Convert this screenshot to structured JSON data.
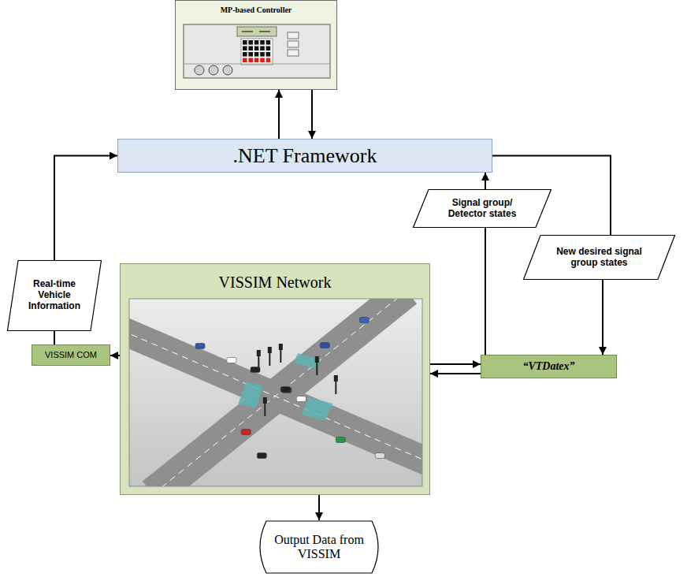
{
  "diagram": {
    "nodes": [
      {
        "text": [
          "MP-based Controller"
        ]
      },
      {
        "text": [
          ".NET Framework"
        ]
      },
      {
        "text": [
          "Signal group/ Detector states"
        ]
      },
      {
        "text": [
          "Real-time Vehicle Information"
        ]
      },
      {
        "text": [
          "VISSIM Network"
        ]
      },
      {
        "text": [
          "New desired signal group states"
        ]
      },
      {
        "text": [
          "VISSIM COM"
        ]
      },
      {
        "text": [
          "“VTDatex”"
        ]
      },
      {
        "text": [
          "Output Data from VISSIM"
        ]
      }
    ],
    "edges": [
      {
        "from": 1,
        "to": 0,
        "arrow": "to"
      },
      {
        "from": 0,
        "to": 1,
        "arrow": "to"
      },
      {
        "from": 6,
        "to": 3,
        "arrow": "none"
      },
      {
        "from": 3,
        "to": 1,
        "arrow": "to"
      },
      {
        "from": 7,
        "to": 2,
        "arrow": "none"
      },
      {
        "from": 2,
        "to": 1,
        "arrow": "to"
      },
      {
        "from": 1,
        "to": 5,
        "arrow": "none"
      },
      {
        "from": 5,
        "to": 7,
        "arrow": "to"
      },
      {
        "from": 4,
        "to": 6,
        "arrow": "to"
      },
      {
        "from": 4,
        "to": 7,
        "arrow": "to"
      },
      {
        "from": 7,
        "to": 4,
        "arrow": "to"
      },
      {
        "from": 4,
        "to": 8,
        "arrow": "to"
      }
    ]
  }
}
